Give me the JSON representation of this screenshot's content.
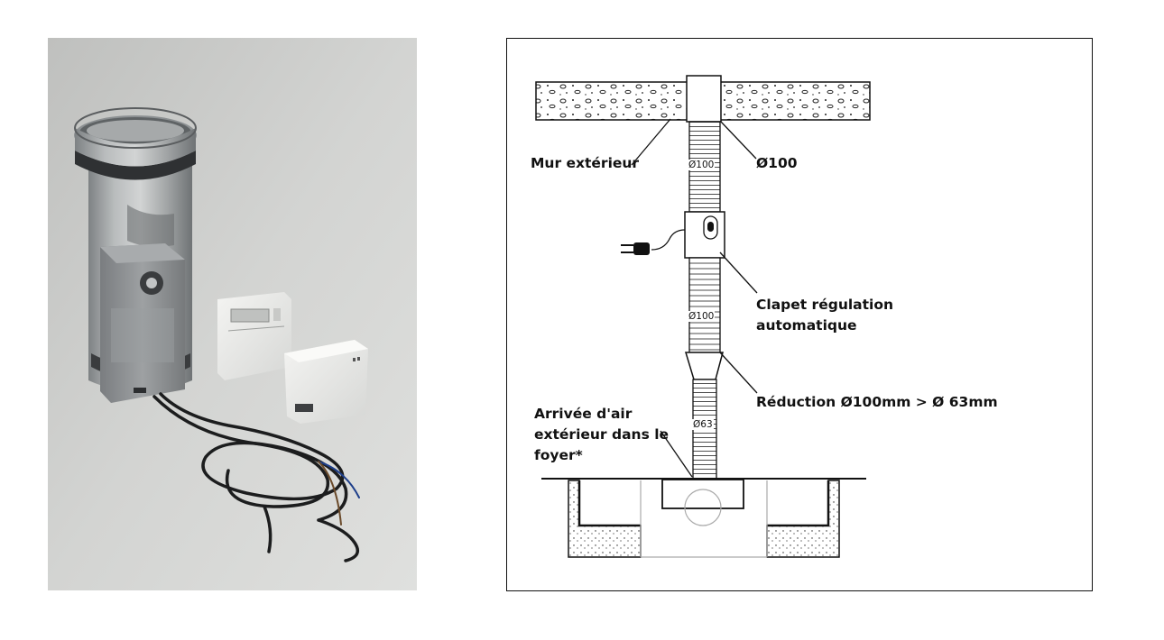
{
  "labels": {
    "mur_exterieur": "Mur extérieur",
    "diam_100_top": "Ø100",
    "clapet_line1": "Clapet régulation",
    "clapet_line2": "automatique",
    "reduction": "Réduction Ø100mm > Ø 63mm",
    "arrivee_line1": "Arrivée d'air",
    "arrivee_line2": "extérieur dans le",
    "arrivee_line3": "foyer*"
  },
  "duct_markings": {
    "upper": "Ø100",
    "middle": "Ø100",
    "lower": "Ø63"
  },
  "colors": {
    "photo_background": "#c9cac8",
    "duct_metal": "#a7aaab",
    "actuator": "#8f9294",
    "control_box": "#ececea",
    "line": "#111111"
  }
}
